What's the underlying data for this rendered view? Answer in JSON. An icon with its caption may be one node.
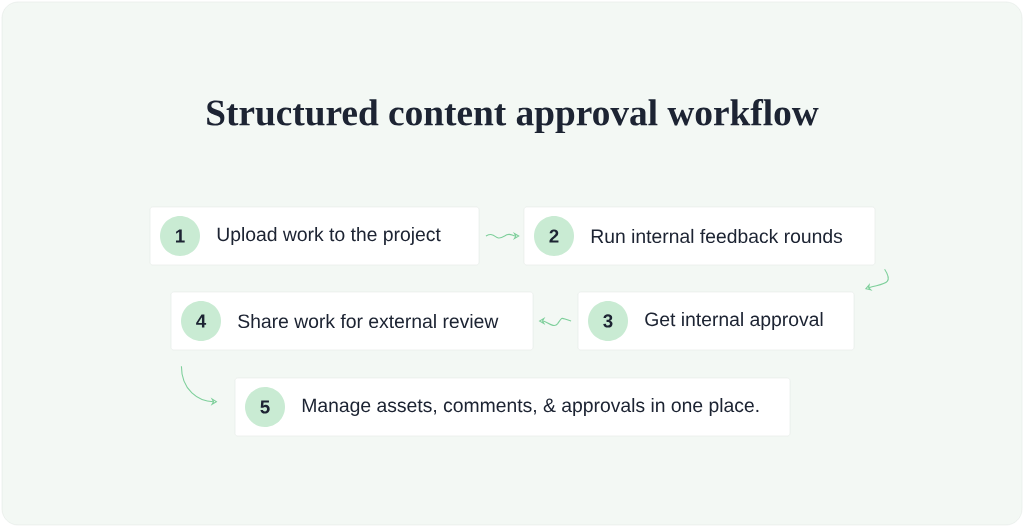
{
  "diagram": {
    "title": "Structured content approval workflow",
    "nodes": [
      {
        "text": [
          "Upload work to the project"
        ]
      },
      {
        "text": [
          "1"
        ],
        "in": 0
      },
      {
        "text": [
          "Run internal feedback rounds"
        ]
      },
      {
        "text": [
          "2"
        ],
        "in": 2
      },
      {
        "text": [
          "Get internal approval"
        ]
      },
      {
        "text": [
          "3"
        ],
        "in": 4
      },
      {
        "text": [
          "Share work for external review"
        ]
      },
      {
        "text": [
          "4"
        ],
        "in": 6
      },
      {
        "text": [
          "Manage assets, comments, & approvals in one place."
        ]
      },
      {
        "text": [
          "5"
        ],
        "in": 8
      }
    ],
    "edges": [
      {
        "from": 0,
        "to": 2,
        "arrow": "to"
      },
      {
        "from": 2,
        "to": 4,
        "arrow": "to"
      },
      {
        "from": 4,
        "to": 6,
        "arrow": "to"
      },
      {
        "from": 6,
        "to": 8,
        "arrow": "to"
      }
    ]
  }
}
